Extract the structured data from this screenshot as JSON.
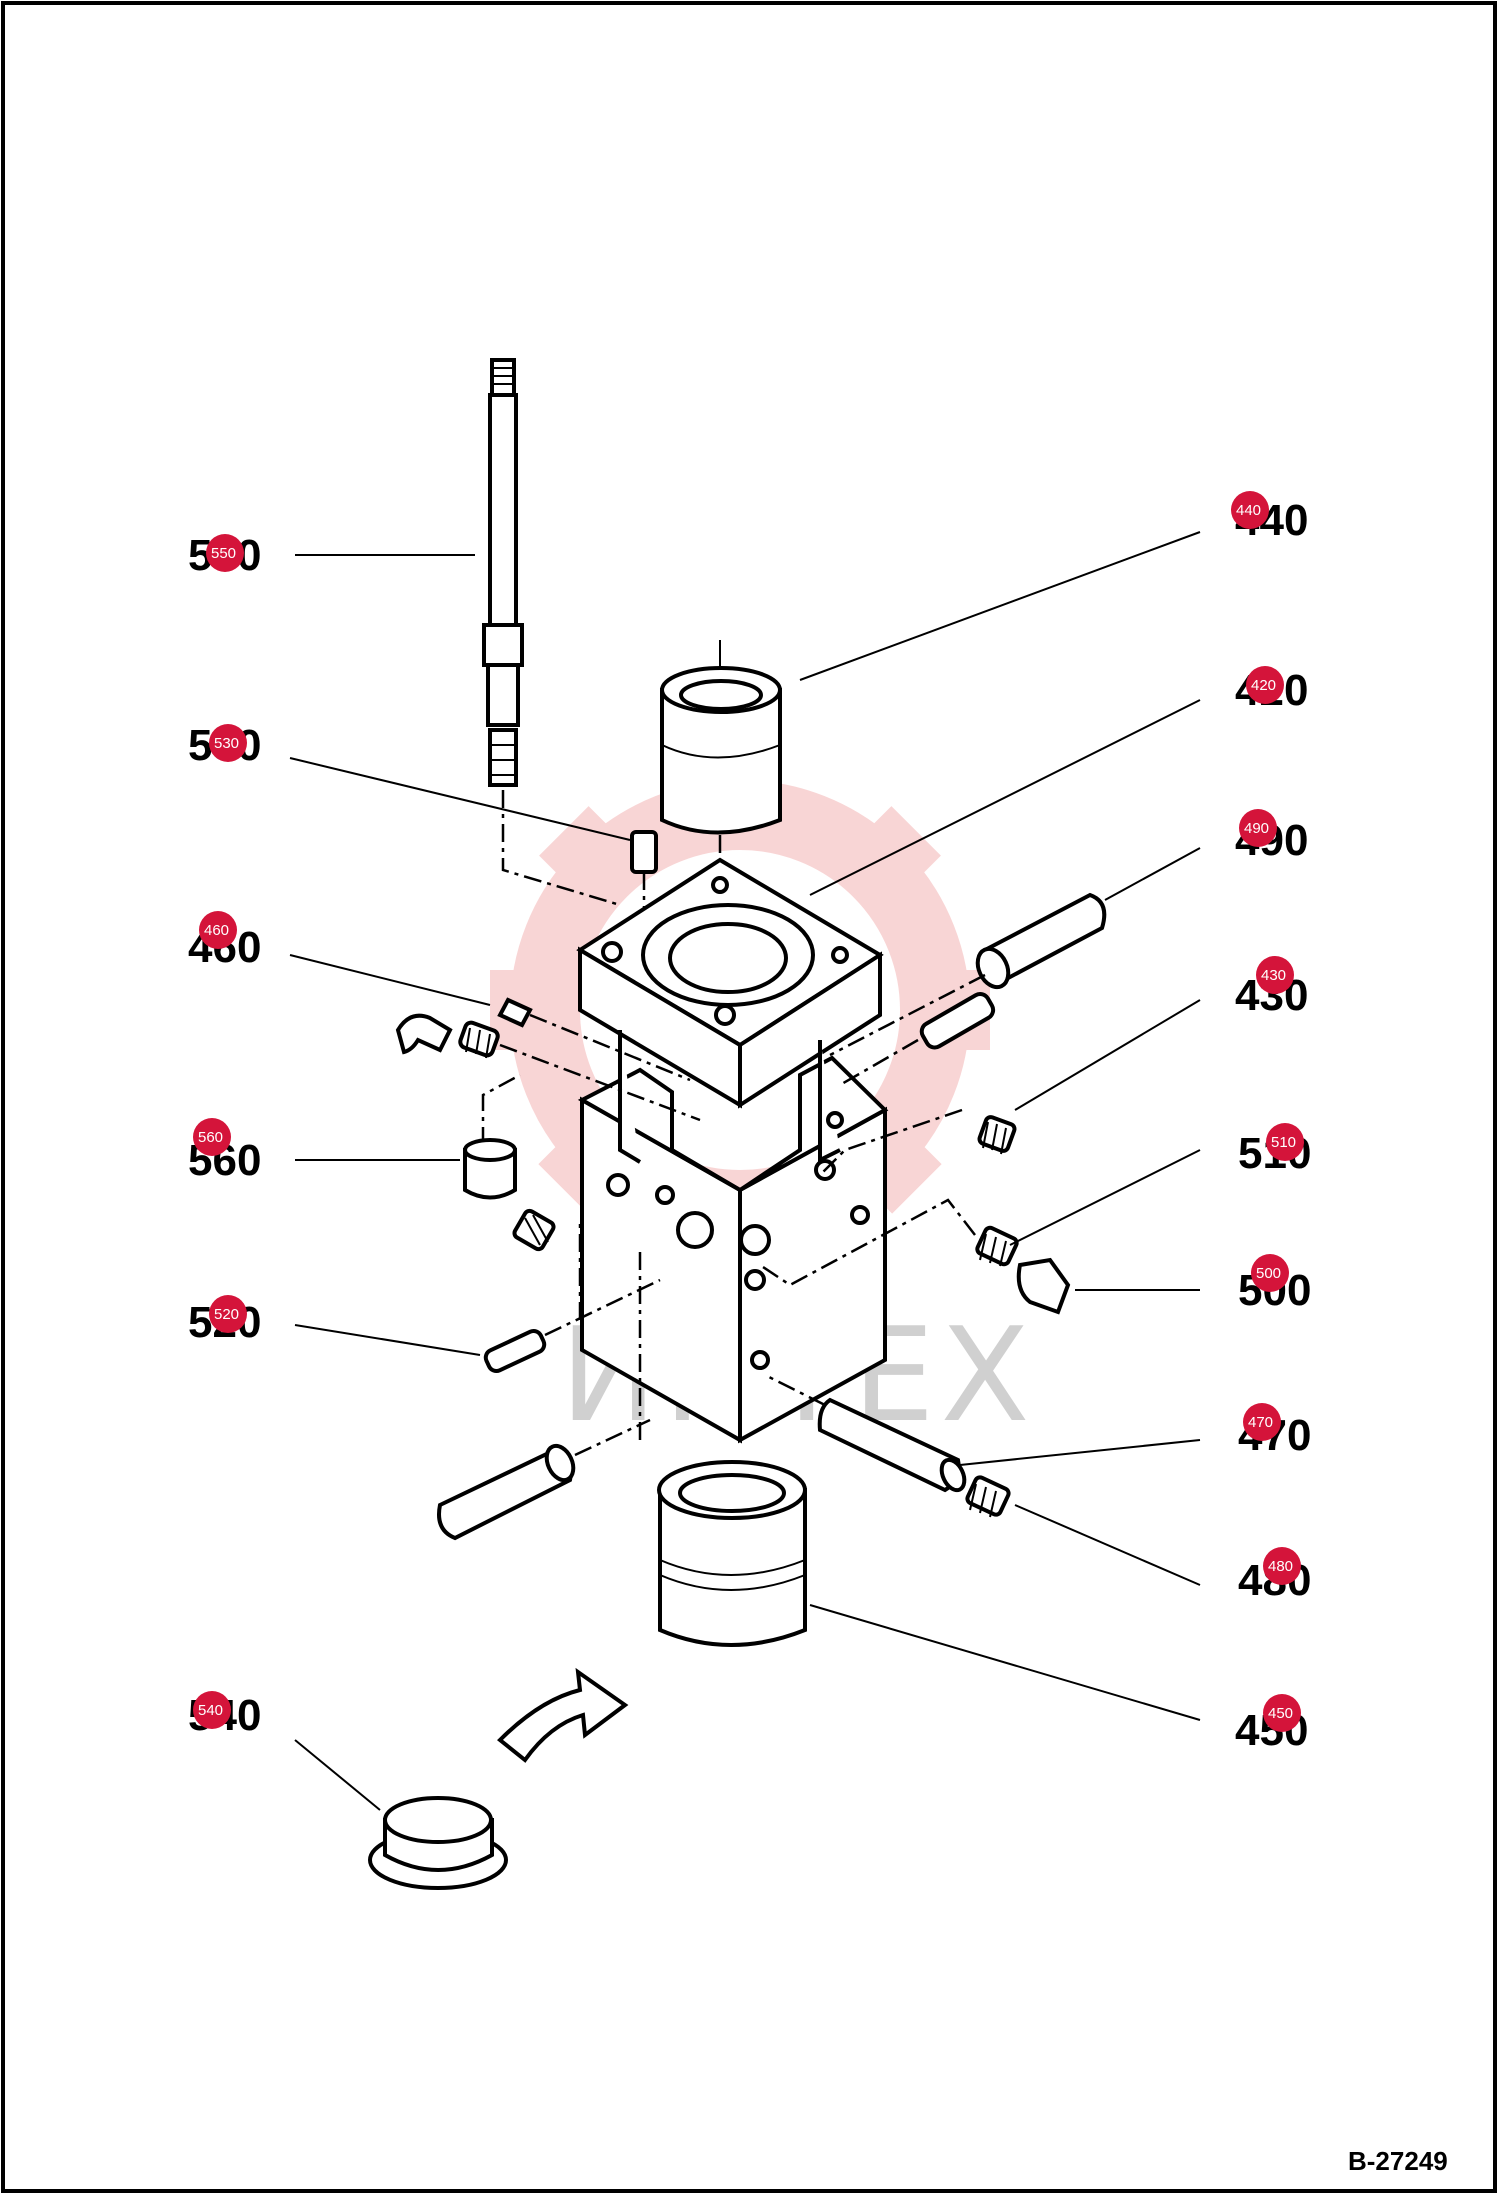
{
  "drawing_id": "B-27249",
  "watermark_text": "ИНТЕХ",
  "colors": {
    "badge": "#d4143a",
    "watermark": "#f4b3b3",
    "line": "#000000"
  },
  "callouts": [
    {
      "label": "550",
      "badge": "550"
    },
    {
      "label": "530",
      "badge": "530"
    },
    {
      "label": "460",
      "badge": "460"
    },
    {
      "label": "560",
      "badge": "560"
    },
    {
      "label": "520",
      "badge": "520"
    },
    {
      "label": "540",
      "badge": "540"
    },
    {
      "label": "440",
      "badge": "440"
    },
    {
      "label": "420",
      "badge": "420"
    },
    {
      "label": "490",
      "badge": "490"
    },
    {
      "label": "430",
      "badge": "430"
    },
    {
      "label": "510",
      "badge": "510"
    },
    {
      "label": "500",
      "badge": "500"
    },
    {
      "label": "470",
      "badge": "470"
    },
    {
      "label": "480",
      "badge": "480"
    },
    {
      "label": "450",
      "badge": "450"
    }
  ]
}
